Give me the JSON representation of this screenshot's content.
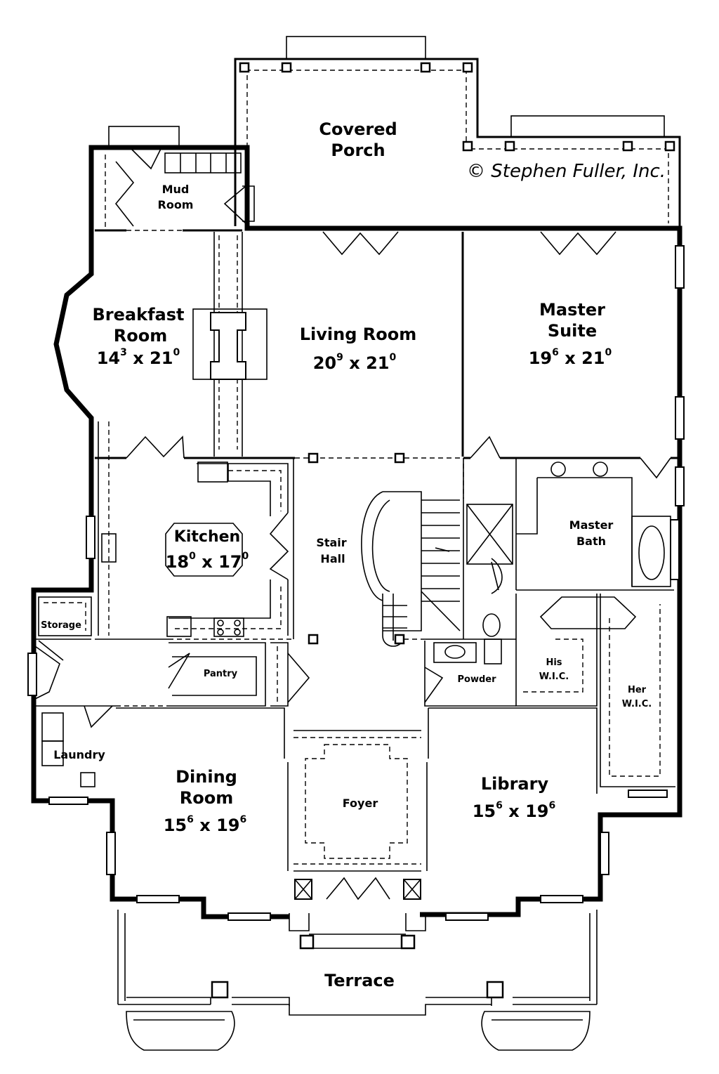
{
  "copyright": "© Stephen Fuller, Inc.",
  "rooms": {
    "covered_porch": {
      "line1": "Covered",
      "line2": "Porch"
    },
    "mud_room": {
      "line1": "Mud",
      "line2": "Room"
    },
    "breakfast": {
      "line1": "Breakfast",
      "line2": "Room",
      "w": "14",
      "w_sup": "3",
      "x": " x ",
      "d": "21",
      "d_sup": "0"
    },
    "living": {
      "line1": "Living Room",
      "w": "20",
      "w_sup": "9",
      "x": " x ",
      "d": "21",
      "d_sup": "0"
    },
    "master_suite": {
      "line1": "Master",
      "line2": "Suite",
      "w": "19",
      "w_sup": "6",
      "x": " x ",
      "d": "21",
      "d_sup": "0"
    },
    "kitchen": {
      "line1": "Kitchen",
      "w": "18",
      "w_sup": "0",
      "x": " x ",
      "d": "17",
      "d_sup": "0"
    },
    "stair_hall": {
      "line1": "Stair",
      "line2": "Hall"
    },
    "master_bath": {
      "line1": "Master",
      "line2": "Bath"
    },
    "storage": {
      "line1": "Storage"
    },
    "pantry": {
      "line1": "Pantry"
    },
    "powder": {
      "line1": "Powder"
    },
    "his_wic": {
      "line1": "His",
      "line2": "W.I.C."
    },
    "her_wic": {
      "line1": "Her",
      "line2": "W.I.C."
    },
    "laundry": {
      "line1": "Laundry"
    },
    "dining": {
      "line1": "Dining",
      "line2": "Room",
      "w": "15",
      "w_sup": "6",
      "x": " x ",
      "d": "19",
      "d_sup": "6"
    },
    "foyer": {
      "line1": "Foyer"
    },
    "library": {
      "line1": "Library",
      "w": "15",
      "w_sup": "6",
      "x": " x ",
      "d": "19",
      "d_sup": "6"
    },
    "terrace": {
      "line1": "Terrace"
    }
  }
}
